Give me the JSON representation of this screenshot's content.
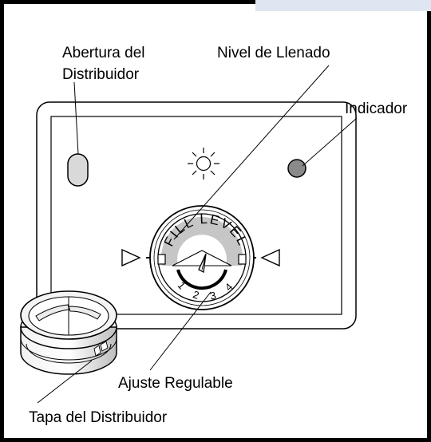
{
  "labels": {
    "dispenser_opening_line1": "Abertura del",
    "dispenser_opening_line2": "Distribuidor",
    "fill_level": "Nivel de Llenado",
    "indicator": "Indicador",
    "adjustable_setting": "Ajuste Regulable",
    "dispenser_cap": "Tapa del Distribuidor"
  },
  "dial": {
    "title": "FILL LEVEL",
    "settings": [
      "1",
      "2",
      "3",
      "4"
    ]
  },
  "colors": {
    "frame": "#000000",
    "corner_tab": "#dfe6f1",
    "dial_band": "#c6c6c6",
    "indicator_light": "#8a8a8a"
  }
}
